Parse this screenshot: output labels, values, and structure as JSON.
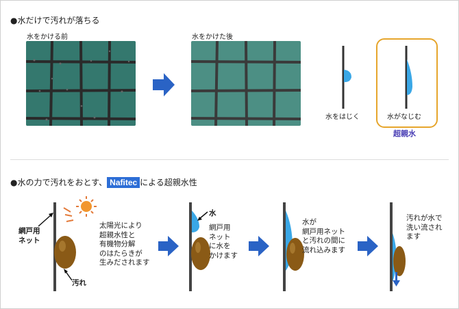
{
  "section1": {
    "heading": "●水だけで汚れが落ちる",
    "before_label": "水をかける前",
    "after_label": "水をかけた後",
    "repel_label": "水をはじく",
    "blend_label": "水がなじむ",
    "super_label": "超親水"
  },
  "section2": {
    "heading_prefix": "●水の力で汚れをおとす、",
    "brand": "Nafitec",
    "heading_suffix": "による超親水性",
    "panel1": {
      "net_label": "網戸用\nネット",
      "dirt_label": "汚れ",
      "text": "太陽光により\n超親水性と\n有機物分解\nのはたらきが\n生みだされます"
    },
    "panel2": {
      "water_label": "水",
      "text": "網戸用\nネット\nに水を\nかけます"
    },
    "panel3": {
      "text": "水が\n網戸用ネット\nと汚れの間に\n流れ込みます"
    },
    "panel4": {
      "text": "汚れが水で\n洗い流され\nます"
    }
  },
  "colors": {
    "arrow": "#2a63c5",
    "mesh_bg": "#2f6f66",
    "water": "#3aa7e6",
    "dirt": "#8a5a16",
    "highlight": "#e6a52b",
    "brand_bg": "#2d6ed6"
  }
}
